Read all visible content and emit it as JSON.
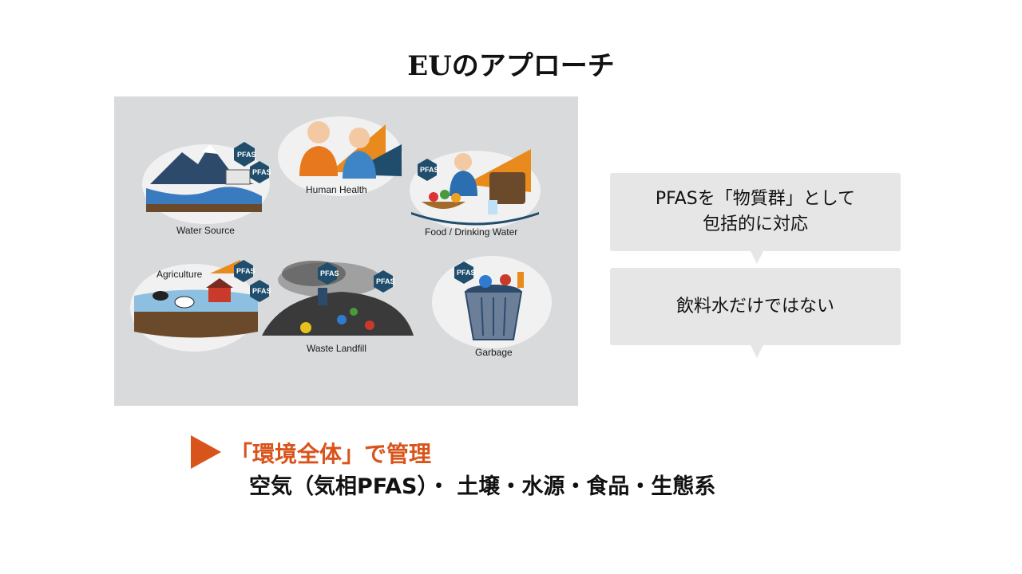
{
  "slide": {
    "title": "EUのアプローチ",
    "illustration": {
      "labels": {
        "water_source": "Water Source",
        "human_health": "Human Health",
        "food_drinking_water": "Food / Drinking Water",
        "agriculture": "Agriculture",
        "waste_landfill": "Waste Landfill",
        "garbage": "Garbage"
      },
      "tag": "PFAS"
    },
    "bubbles": [
      {
        "text": "PFASを「物質群」として\n包括的に対応"
      },
      {
        "text": "飲料水だけではない"
      }
    ],
    "conclusion": {
      "headline": "「環境全体」で管理",
      "subline": "空気（気相PFAS）・ 土壌・水源・食品・生態系"
    },
    "colors": {
      "accent": "#d9541b",
      "bubble_bg": "#e6e6e6",
      "illustration_bg": "#d9dadc"
    }
  }
}
